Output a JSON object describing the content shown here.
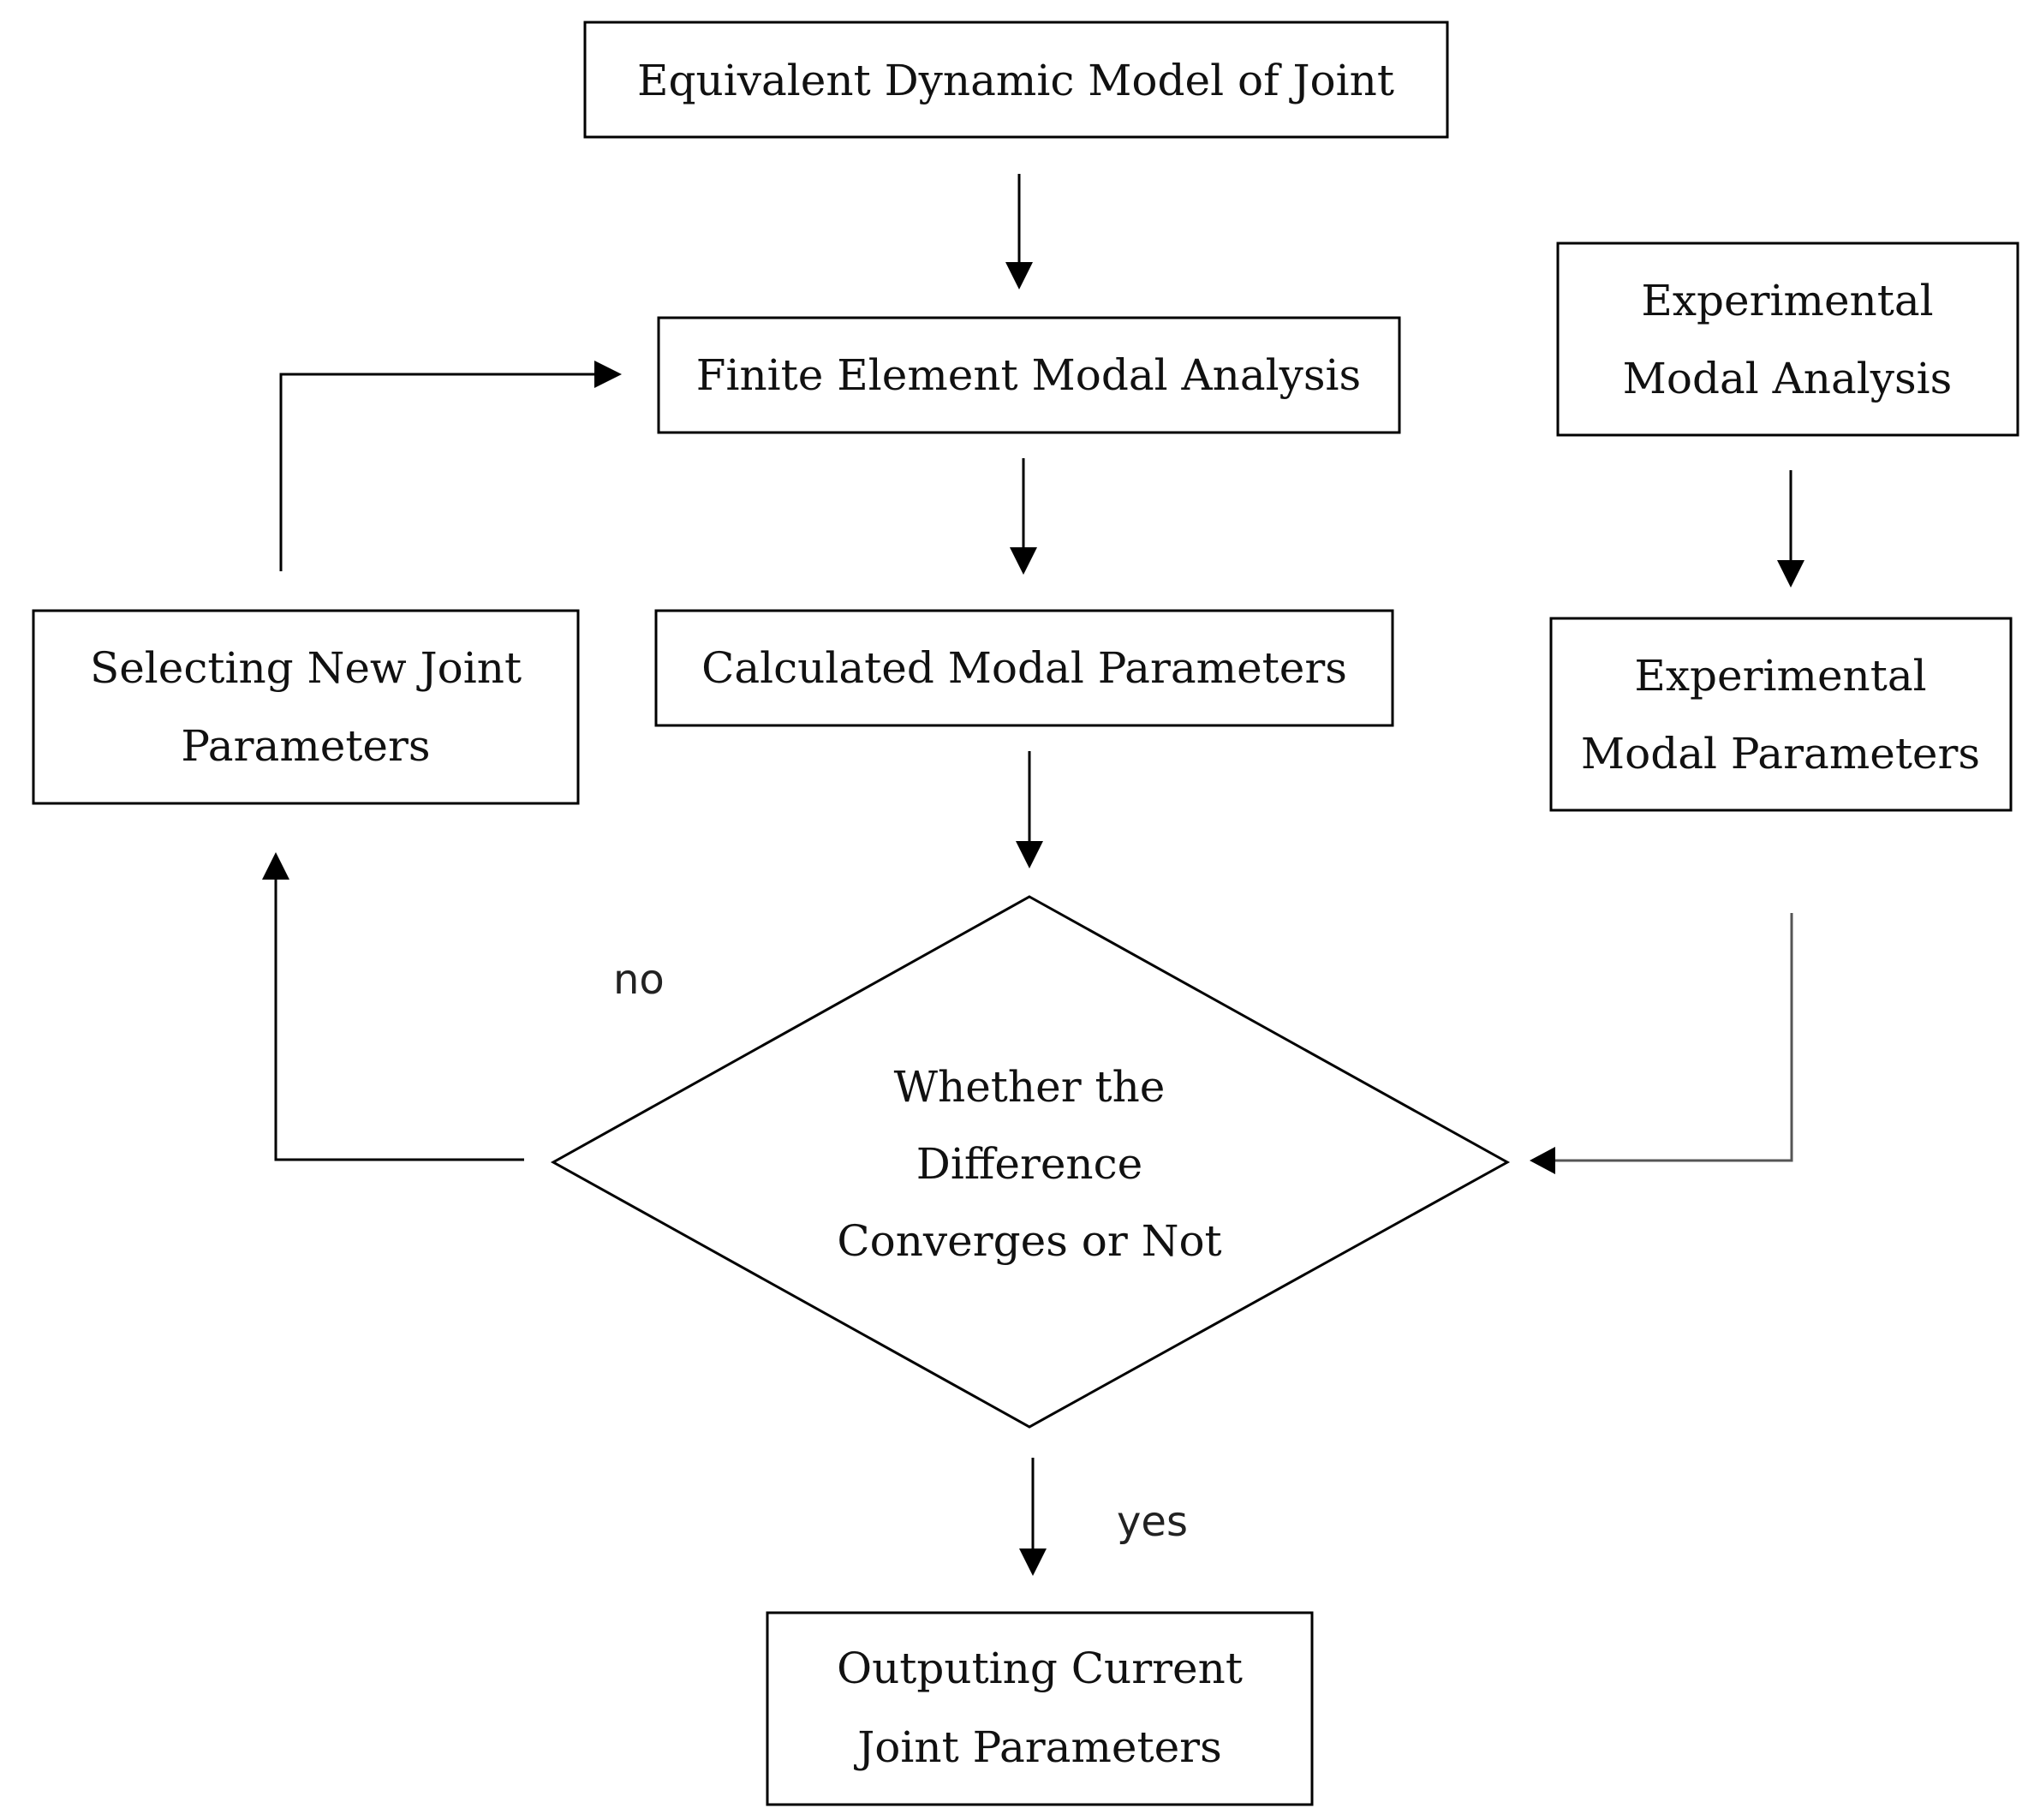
{
  "nodes": {
    "equivalent_model": {
      "lines": [
        "Equivalent Dynamic Model of Joint"
      ]
    },
    "fe_modal_analysis": {
      "lines": [
        "Finite Element Modal Analysis"
      ]
    },
    "calculated_params": {
      "lines": [
        "Calculated Modal Parameters"
      ]
    },
    "exp_modal_analysis": {
      "lines": [
        "Experimental",
        "Modal Analysis"
      ]
    },
    "exp_modal_params": {
      "lines": [
        "Experimental",
        "Modal Parameters"
      ]
    },
    "selecting_new": {
      "lines": [
        "Selecting New Joint",
        "Parameters"
      ]
    },
    "decision": {
      "lines": [
        "Whether the",
        "Difference",
        "Converges or Not"
      ]
    },
    "output": {
      "lines": [
        "Outputing Current",
        "Joint Parameters"
      ]
    }
  },
  "edge_labels": {
    "no": "no",
    "yes": "yes"
  }
}
